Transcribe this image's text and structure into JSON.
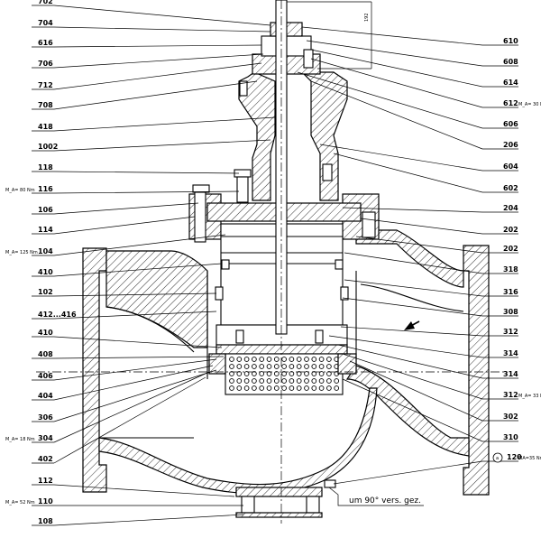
{
  "left_labels": [
    {
      "text": "702",
      "note": ""
    },
    {
      "text": "704",
      "note": ""
    },
    {
      "text": "616",
      "note": ""
    },
    {
      "text": "706",
      "note": ""
    },
    {
      "text": "712",
      "note": ""
    },
    {
      "text": "708",
      "note": ""
    },
    {
      "text": "418",
      "note": ""
    },
    {
      "text": "1002",
      "note": ""
    },
    {
      "text": "118",
      "note": ""
    },
    {
      "text": "116",
      "note": "M_A= 80 Nm"
    },
    {
      "text": "106",
      "note": ""
    },
    {
      "text": "114",
      "note": ""
    },
    {
      "text": "104",
      "note": "M_A= 125 Nm"
    },
    {
      "text": "410",
      "note": ""
    },
    {
      "text": "102",
      "note": ""
    },
    {
      "text": "412...416",
      "note": ""
    },
    {
      "text": "410",
      "note": ""
    },
    {
      "text": "408",
      "note": ""
    },
    {
      "text": "406",
      "note": ""
    },
    {
      "text": "404",
      "note": ""
    },
    {
      "text": "306",
      "note": ""
    },
    {
      "text": "304",
      "note": "M_A= 18 Nm"
    },
    {
      "text": "402",
      "note": ""
    },
    {
      "text": "112",
      "note": ""
    },
    {
      "text": "110",
      "note": "M_A= 52 Nm"
    },
    {
      "text": "108",
      "note": ""
    }
  ],
  "right_labels": [
    {
      "text": "610",
      "note": ""
    },
    {
      "text": "608",
      "note": ""
    },
    {
      "text": "614",
      "note": ""
    },
    {
      "text": "612",
      "note": "M_A= 30 Nm"
    },
    {
      "text": "606",
      "note": ""
    },
    {
      "text": "206",
      "note": ""
    },
    {
      "text": "604",
      "note": ""
    },
    {
      "text": "602",
      "note": ""
    },
    {
      "text": "204",
      "note": ""
    },
    {
      "text": "202",
      "note": ""
    },
    {
      "text": "202",
      "note": ""
    },
    {
      "text": "318",
      "note": ""
    },
    {
      "text": "316",
      "note": ""
    },
    {
      "text": "308",
      "note": ""
    },
    {
      "text": "312",
      "note": ""
    },
    {
      "text": "314",
      "note": ""
    },
    {
      "text": "314",
      "note": ""
    },
    {
      "text": "312",
      "note": "M_A= 33 Nm"
    },
    {
      "text": "302",
      "note": ""
    },
    {
      "text": "310",
      "note": ""
    },
    {
      "text": "120",
      "note": "MA=35 Nm"
    }
  ],
  "marker_a": "a",
  "rotation_note": "um 90° vers. gez.",
  "dimension_label": "192"
}
